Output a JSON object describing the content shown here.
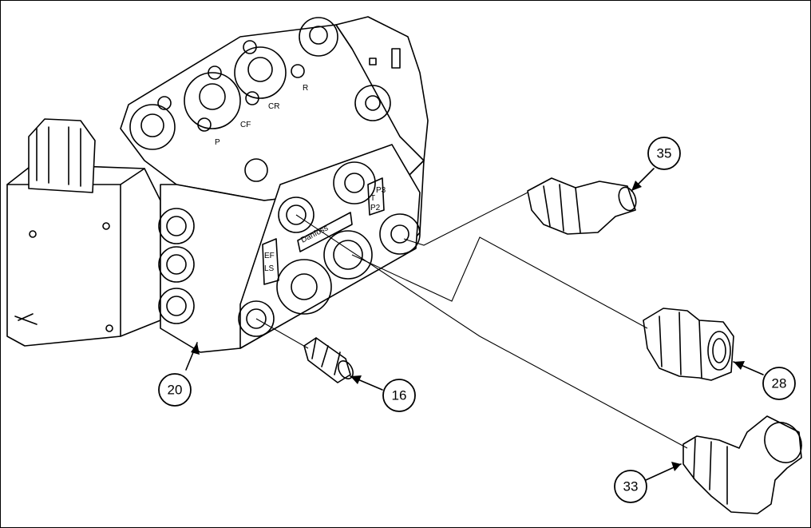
{
  "callouts": [
    {
      "id": "valve-block",
      "label": "20"
    },
    {
      "id": "fitting-straight-small",
      "label": "16"
    },
    {
      "id": "fitting-45-elbow",
      "label": "35"
    },
    {
      "id": "fitting-straight-large",
      "label": "28"
    },
    {
      "id": "fitting-90-elbow",
      "label": "33"
    }
  ],
  "port_labels": [
    "P",
    "CF",
    "CR",
    "R",
    "LS",
    "EF",
    "T",
    "P2",
    "P3"
  ],
  "brand_mark": "Danfoss"
}
